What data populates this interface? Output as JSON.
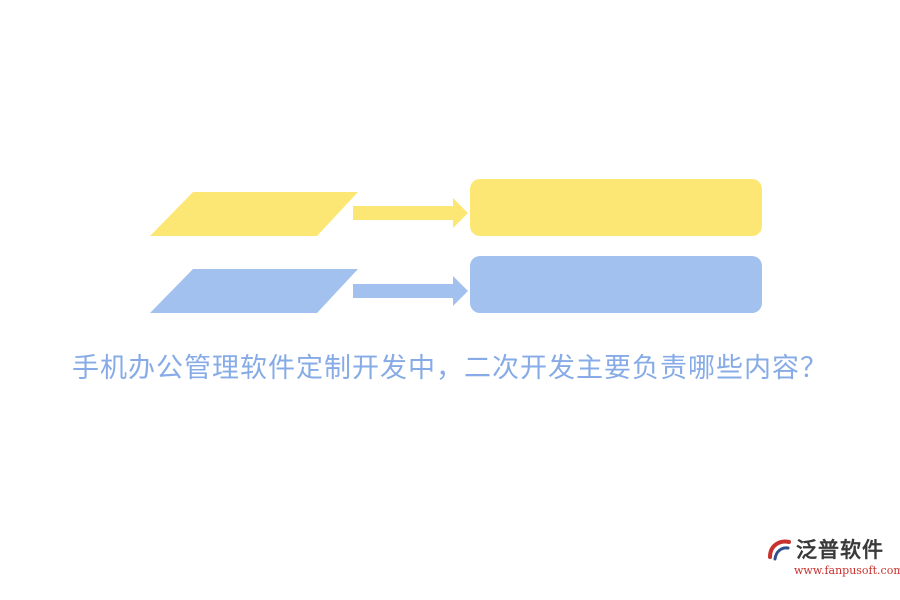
{
  "headline": "手机办公管理软件定制开发中，二次开发主要负责哪些内容？",
  "brand": {
    "name": "泛普软件",
    "url": "www.fanpusoft.com"
  },
  "colors": {
    "yellow": "#FDE774",
    "blue": "#A3C1EE",
    "headline": "#86ABE6",
    "brand_red": "#C8312D",
    "brand_blue": "#2F4F8F",
    "brand_text": "#3A3A3A"
  }
}
